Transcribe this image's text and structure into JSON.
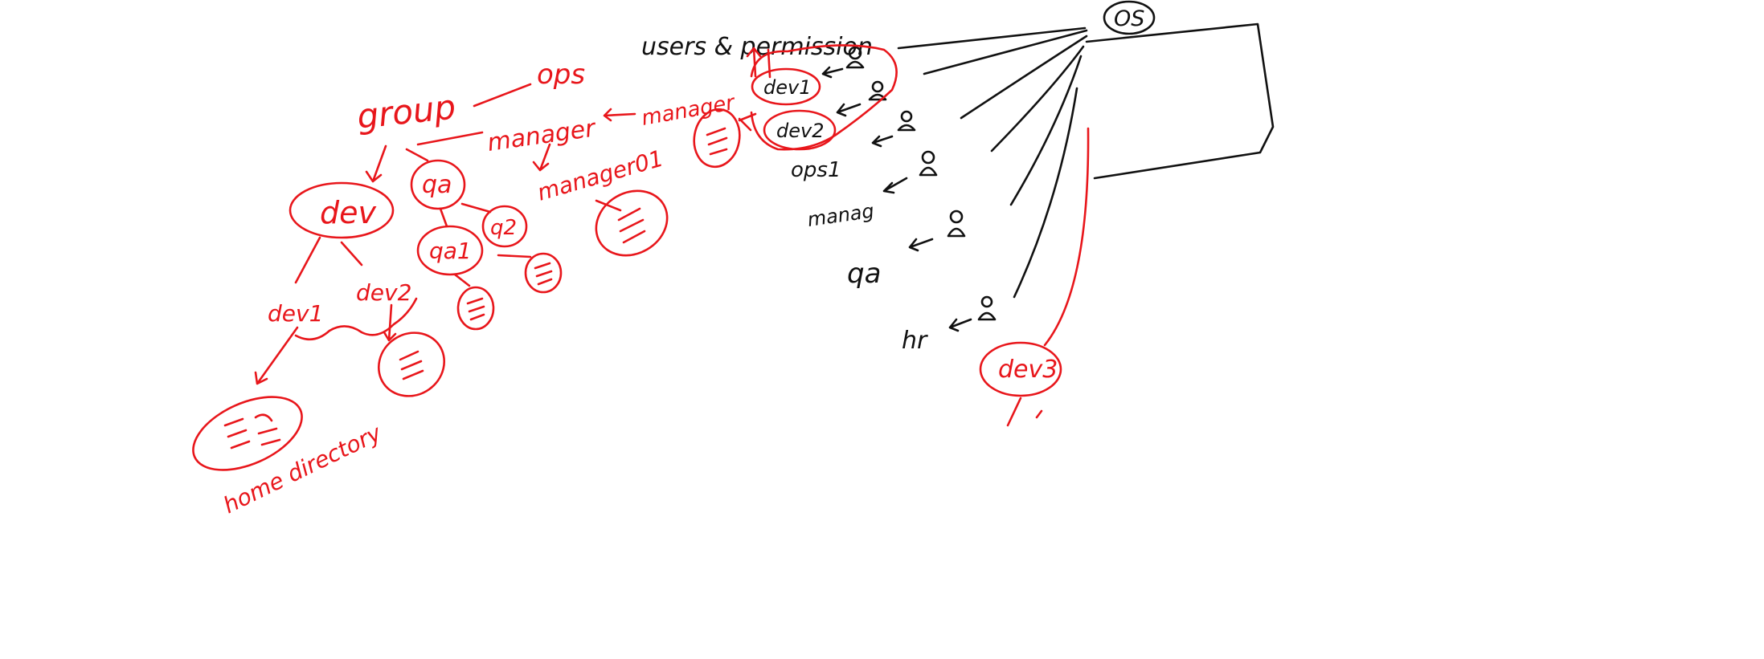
{
  "colors": {
    "ink_black": "#111111",
    "ink_red": "#e8161b",
    "background": "#ffffff"
  },
  "labels": {
    "os": "OS",
    "users_permission": "users & permission",
    "group": "group",
    "ops": "ops",
    "manager": "manager",
    "manager_right": "manager",
    "manager1": "manager01",
    "dev_group": "dev",
    "qa_group": "qa",
    "dev1_red": "dev1",
    "dev2_red": "dev2",
    "qa1": "qa1",
    "q2": "q2",
    "home_directory": "home directory",
    "dev1_user": "dev1",
    "dev2_user": "dev2",
    "ops1": "ops1",
    "manager_user": "manag",
    "qa_user": "qa",
    "hr": "hr",
    "dev3": "dev3"
  }
}
